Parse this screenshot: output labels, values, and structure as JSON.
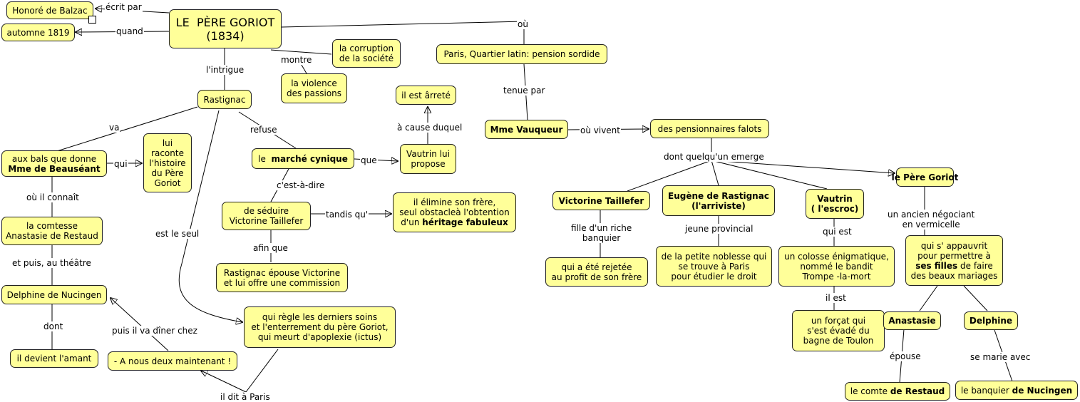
{
  "nodes": {
    "title": "LE  PÈRE GORIOT\n(1834)",
    "author": "Honoré de Balzac",
    "date": "automne 1819",
    "corruption": "la corruption\nde la société",
    "violence": "la violence\ndes passions",
    "place": "Paris, Quartier latin: pension sordide",
    "rastignac": "Rastignac",
    "arrete": "il est ârreté",
    "vauquer": "Mme Vauqueur",
    "pensionnaires": "des pensionnaires falots",
    "bals_line1": "aux bals que donne",
    "bals_line2": "Mme de Beauséant",
    "raconte": "lui\nraconte\nl'histoire\ndu Père\nGoriot",
    "marche_pre": "le  ",
    "marche_bold": "marché cynique",
    "vautrin_propose": "Vautrin lui\npropose",
    "comtesse": "la comtesse\nAnastasie de Restaud",
    "seduire": "de séduire\nVictorine Taillefer",
    "elimine_line1": "il élimine son frère,",
    "elimine_line2": "seul obstacleà l'obtention",
    "elimine_line3_pre": "d'un ",
    "elimine_line3_bold": "héritage fabuleux",
    "delphine": "Delphine de Nucingen",
    "epouse_victorine": "Rastignac épouse Victorine\net lui offre une commission",
    "soins": "qui règle les derniers soins\net l'enterrement du père Goriot,\nqui meurt d'apoplexie (ictus)",
    "amant": "il devient l'amant",
    "a_nous": "- A nous deux maintenant !",
    "victorine_t": "Victorine Taillefer",
    "eugene": "Eugène de Rastignac\n(l'arriviste)",
    "vautrin_escroc": "Vautrin\n( l'escroc)",
    "pere_goriot": "le Père Goriot",
    "rejetee": "qui a été rejetée\nau profit de son frère",
    "petite_noblesse": "de la petite noblesse qui\nse trouve à Paris\npour étudier le droit",
    "colosse": "un colosse énigmatique,\nnommé le bandit\nTrompe -la-mort",
    "appauvrit_line1": "qui s' appauvrit",
    "appauvrit_line2": "pour permettre à",
    "appauvrit_line3_bold": "ses filles",
    "appauvrit_line3_post": " de faire",
    "appauvrit_line4": "des beaux mariages",
    "forcat": "un forçat qui\ns'est évadé du\nbagne de Toulon",
    "anastasie": "Anastasie",
    "delphine2": "Delphine",
    "restaud_pre": "le comte ",
    "restaud_bold": "de Restaud",
    "nucingen_pre": "le banquier ",
    "nucingen_bold": "de Nucingen"
  },
  "labels": {
    "ecrit_par": "écrit par",
    "quand": "quand",
    "ou": "où",
    "montre": "montre",
    "intrigue": "l'intrigue",
    "tenue_par": "tenue par",
    "cause": "à cause duquel",
    "va": "va",
    "refuse": "refuse",
    "ou_vivent": "où vivent",
    "qui": "qui",
    "que": "que",
    "dont_emerge": "dont quelqu'un emerge",
    "connait": "où il connaît",
    "cest_a_dire": "c'est-à-dire",
    "tandis": "tandis qu'",
    "est_seul": "est le seul",
    "fille_banquier": "fille d'un riche\nbanquier",
    "jeune_provincial": "jeune provincial",
    "qui_est": "qui est",
    "negociant": "un ancien négociant\nen vermicelle",
    "theatre": "et puis, au théâtre",
    "afin_que": "afin que",
    "il_est": "il est",
    "dont": "dont",
    "diner": "puis il va dîner chez",
    "epouse": "épouse",
    "marie_avec": "se marie avec",
    "dit_paris": "il dit à Paris"
  }
}
